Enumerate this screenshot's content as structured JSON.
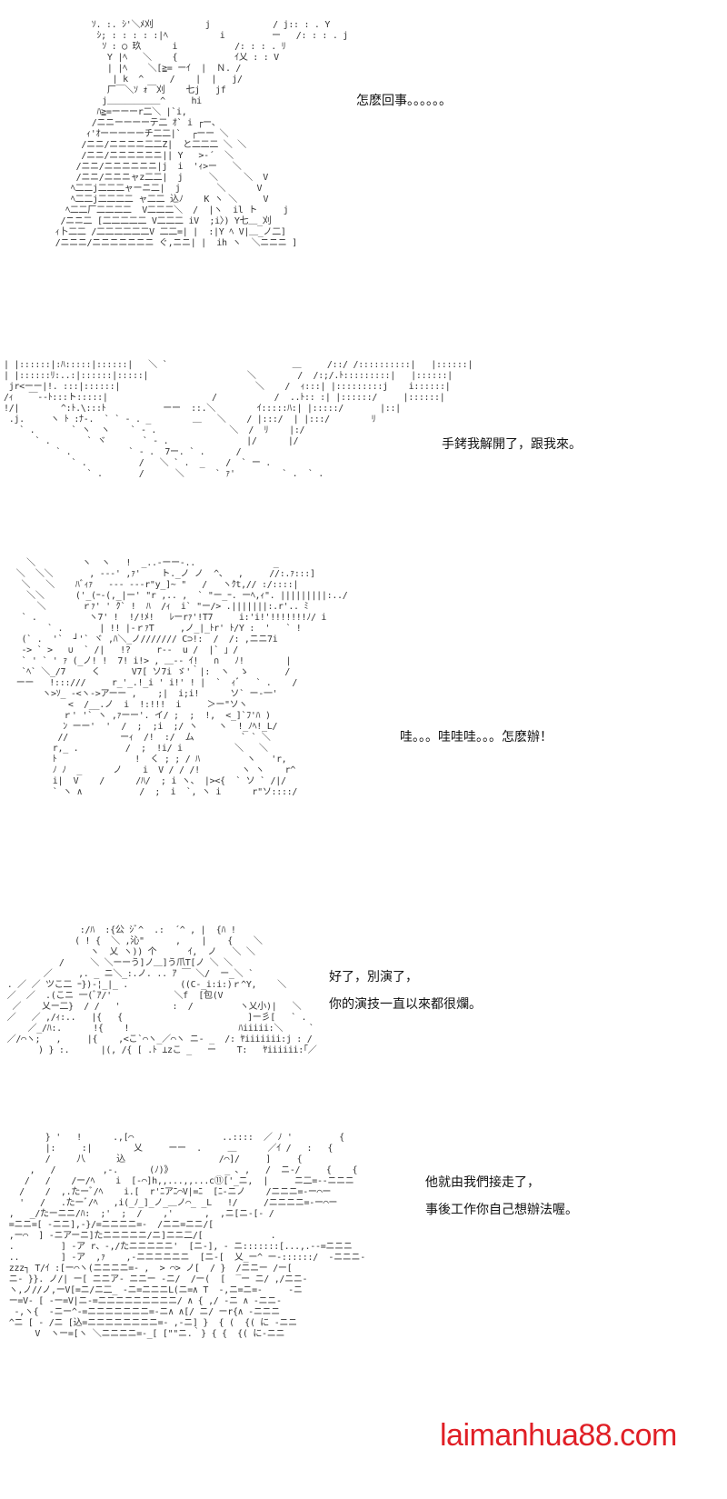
{
  "panels": [
    {
      "id": "panel-1",
      "lines": [
        "怎麽回事。。。。。。"
      ]
    },
    {
      "id": "panel-2",
      "lines": [
        "手銬我解開了，跟我來。"
      ]
    },
    {
      "id": "panel-3",
      "lines": [
        "哇。。。哇哇哇。。。怎麽辦！"
      ]
    },
    {
      "id": "panel-4",
      "lines": [
        "好了，別演了，",
        "你的演技一直以來都很爛。"
      ]
    },
    {
      "id": "panel-5",
      "lines": [
        "他就由我們接走了，",
        "事後工作你自己想辦法喔。"
      ]
    }
  ],
  "watermark": "laimanhua88.com",
  "colors": {
    "watermark": "#e01f26",
    "art": "#333333"
  }
}
